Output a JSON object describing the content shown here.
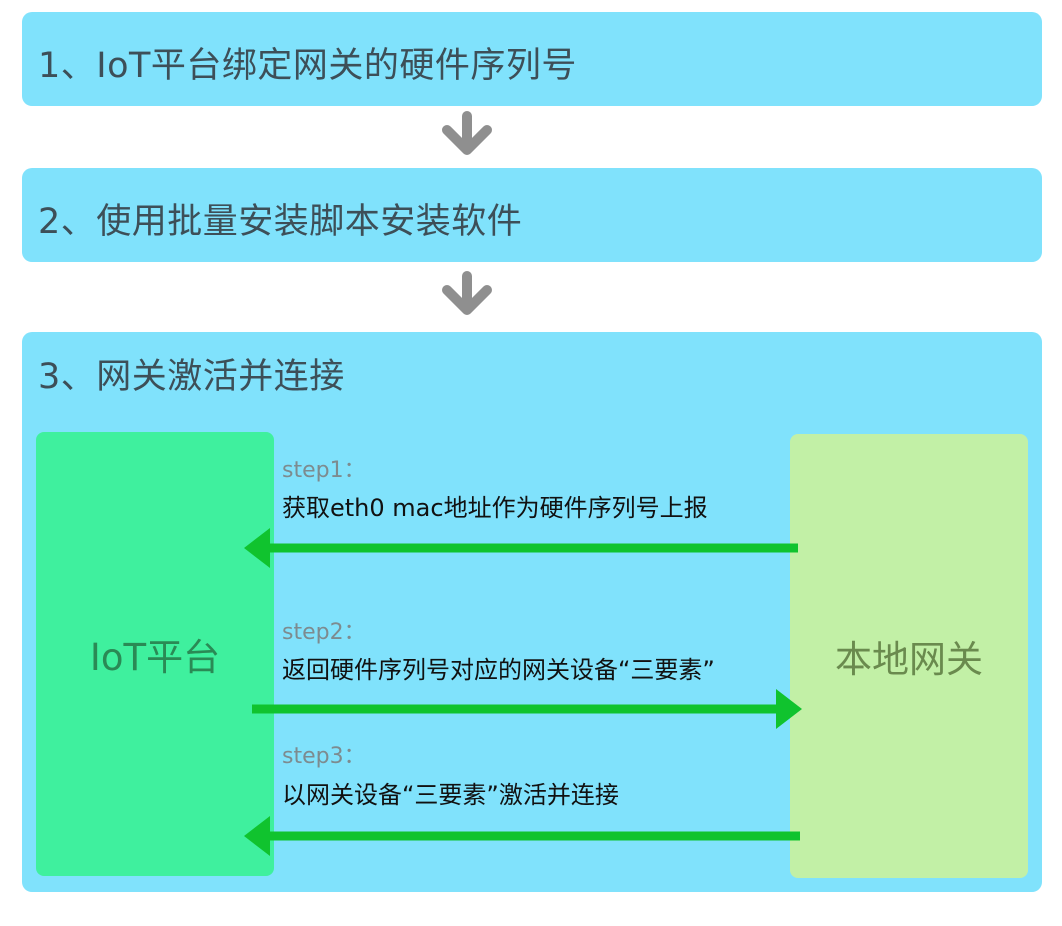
{
  "steps": [
    {
      "title": "1、IoT平台绑定网关的硬件序列号"
    },
    {
      "title": "2、使用批量安装脚本安装软件"
    },
    {
      "title": "3、网关激活并连接"
    }
  ],
  "actors": {
    "platform": "IoT平台",
    "gateway": "本地网关"
  },
  "messages": [
    {
      "label": "step1：",
      "text": "获取eth0 mac地址作为硬件序列号上报",
      "direction": "gateway-to-platform"
    },
    {
      "label": "step2：",
      "text": "返回硬件序列号对应的网关设备“三要素”",
      "direction": "platform-to-gateway"
    },
    {
      "label": "step3：",
      "text": "以网关设备“三要素”激活并连接",
      "direction": "gateway-to-platform"
    }
  ],
  "colors": {
    "box": "#80e2fc",
    "platform": "#3ff09e",
    "gateway": "#c2f0a6",
    "flow_arrow": "#10c32e",
    "step_arrow": "#8f8f8f"
  }
}
